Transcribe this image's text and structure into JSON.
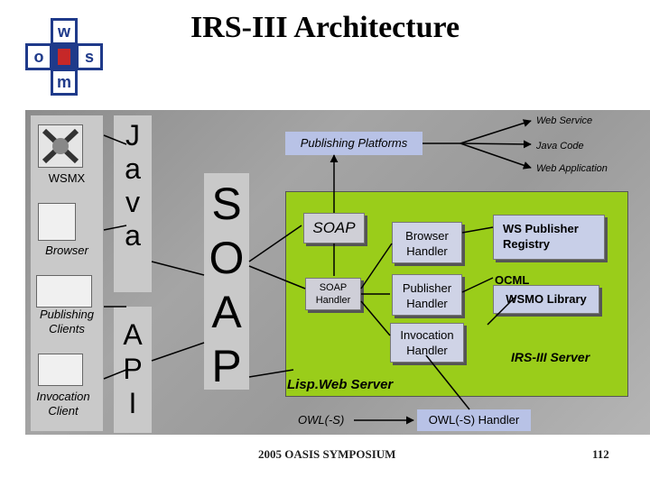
{
  "title": "IRS-III Architecture",
  "logo": {
    "letters": [
      "w",
      "s",
      "m",
      "o"
    ]
  },
  "clients": {
    "wsmx": "WSMX",
    "browser": "Browser",
    "publishing_clients": "Publishing Clients",
    "invocation_client": "Invocation Client"
  },
  "java_top": "J a v a",
  "java_bottom": "A P I",
  "soap_big": "S O A P",
  "publishing_platforms": "Publishing Platforms",
  "platform_types": [
    "Web Service",
    "Java Code",
    "Web Application"
  ],
  "server": {
    "soap": "SOAP",
    "soap_handler": "SOAP Handler",
    "browser_handler": "Browser Handler",
    "publisher_handler": "Publisher Handler",
    "invocation_handler": "Invocation Handler",
    "ws_publisher_registry": "WS Publisher Registry",
    "ocml": "OCML",
    "wsmo_library": "WSMO Library",
    "irs_server": "IRS-III Server",
    "lispweb_server": "Lisp.Web Server"
  },
  "owl_s": "OWL(-S)",
  "owl_s_handler": "OWL(-S) Handler",
  "footer": {
    "symposium": "2005 OASIS SYMPOSIUM",
    "page": "112"
  },
  "colors": {
    "server_green": "#9acd1a",
    "logo_blue": "#1f3a8a",
    "logo_red": "#c62828"
  }
}
